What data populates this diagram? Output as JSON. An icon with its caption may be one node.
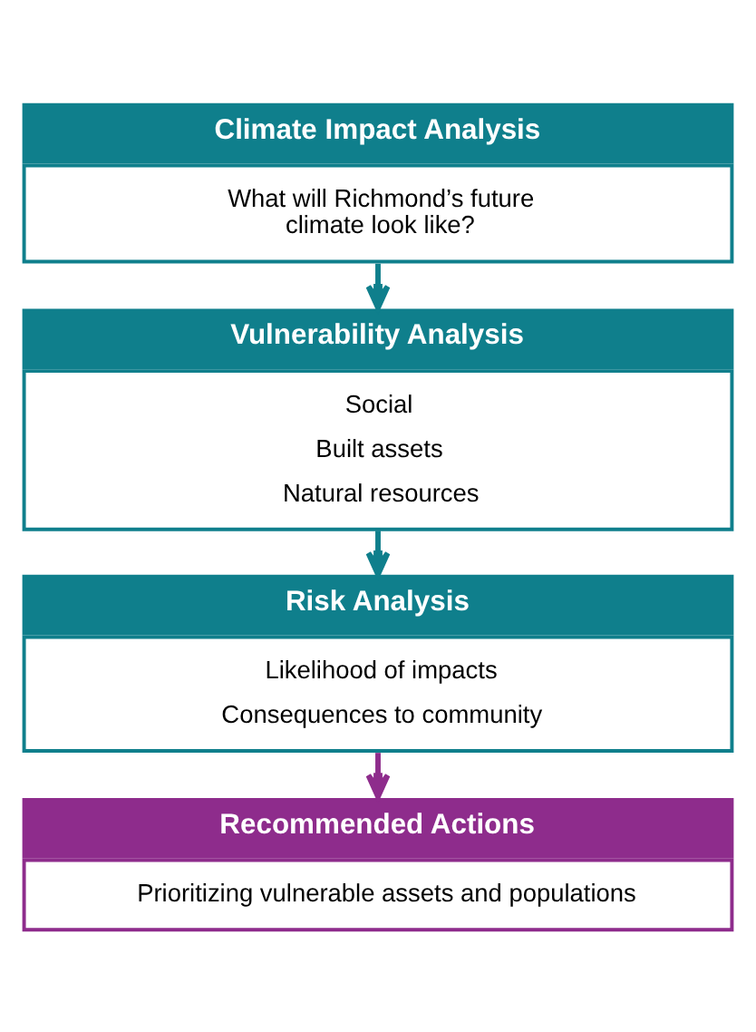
{
  "diagram": {
    "nodes": [
      {
        "text": [
          "Climate Impact Analysis",
          "What will Richmond’s future climate look like?"
        ]
      },
      {
        "text": [
          "Vulnerability Analysis",
          "Social",
          "Built assets",
          "Natural resources"
        ]
      },
      {
        "text": [
          "Risk Analysis",
          "Likelihood of impacts",
          "Consequences to community"
        ]
      },
      {
        "text": [
          "Recommended Actions",
          "Prioritizing vulnerable assets and populations"
        ]
      }
    ],
    "edges": [
      {
        "from": 0,
        "to": 1,
        "arrow": "to"
      },
      {
        "from": 1,
        "to": 2,
        "arrow": "to"
      },
      {
        "from": 2,
        "to": 3,
        "arrow": "to",
        "color": "#8e2c8c"
      }
    ]
  }
}
